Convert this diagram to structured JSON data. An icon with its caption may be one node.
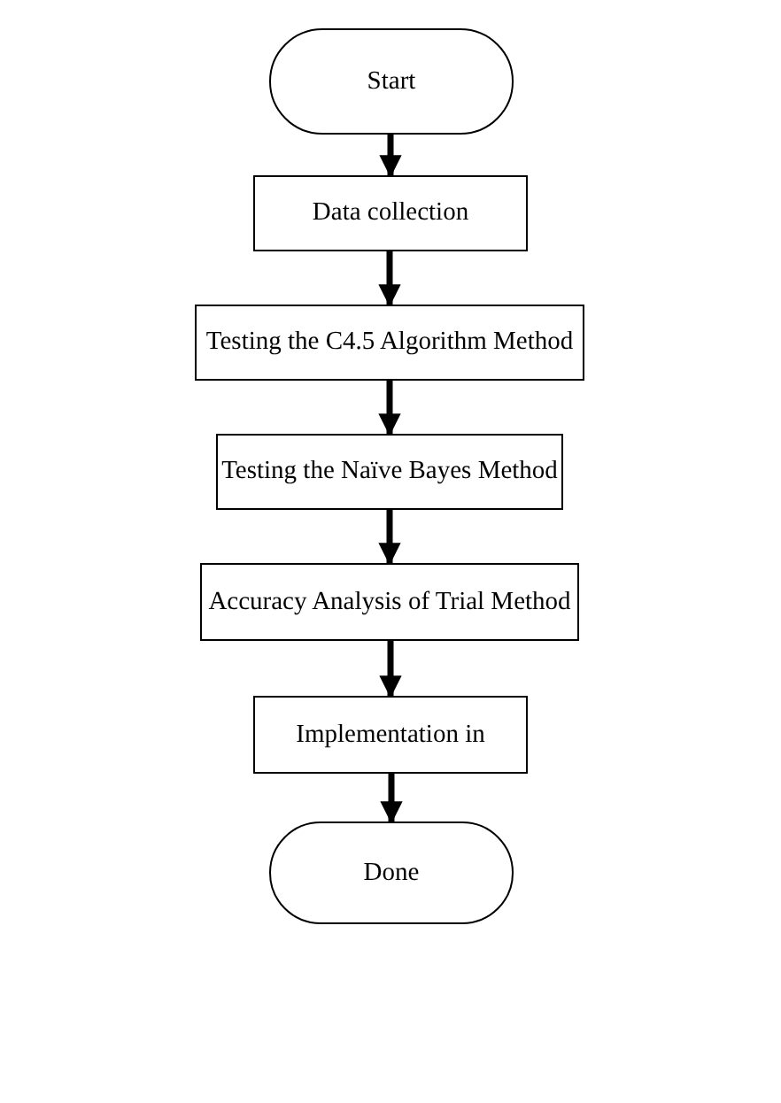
{
  "diagram": {
    "nodes": [
      {
        "text": [
          "Start"
        ]
      },
      {
        "text": [
          "Data collection"
        ]
      },
      {
        "text": [
          "Testing the C4.5 Algorithm Method"
        ]
      },
      {
        "text": [
          "Testing the Naïve Bayes Method"
        ]
      },
      {
        "text": [
          "Accuracy Analysis of Trial Method"
        ]
      },
      {
        "text": [
          "Implementation in"
        ]
      },
      {
        "text": [
          "Done"
        ]
      }
    ],
    "edges": [
      {
        "from": 0,
        "to": 1,
        "arrow": "to"
      },
      {
        "from": 1,
        "to": 2,
        "arrow": "to"
      },
      {
        "from": 2,
        "to": 3,
        "arrow": "to"
      },
      {
        "from": 3,
        "to": 4,
        "arrow": "to"
      },
      {
        "from": 4,
        "to": 5,
        "arrow": "to"
      },
      {
        "from": 5,
        "to": 6,
        "arrow": "to"
      }
    ]
  }
}
